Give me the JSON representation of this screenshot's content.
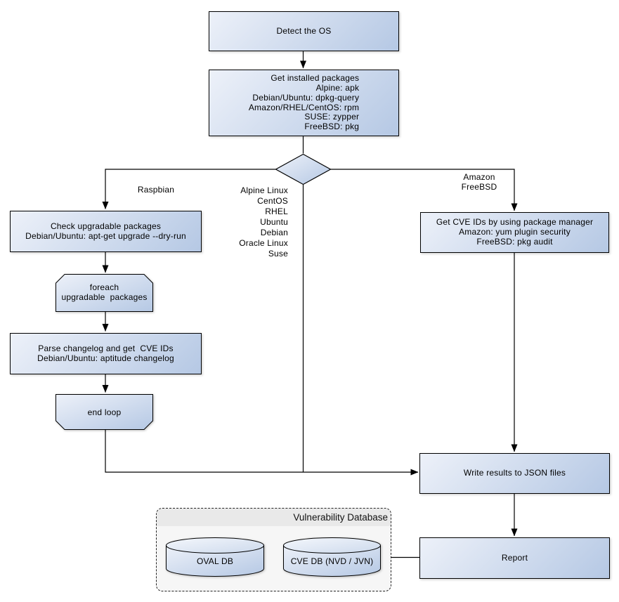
{
  "flowchart": {
    "nodes": {
      "detect_os": {
        "label": "Detect the OS"
      },
      "get_installed_packages": {
        "lines": [
          "Get installed packages",
          "Alpine: apk",
          "Debian/Ubuntu: dpkg-query",
          "Amazon/RHEL/CentOS: rpm",
          "SUSE: zypper",
          "FreeBSD: pkg"
        ]
      },
      "check_upgradable": {
        "lines": [
          "Check upgradable packages",
          "Debian/Ubuntu: apt-get upgrade --dry-run"
        ]
      },
      "foreach_loop": {
        "lines": [
          "foreach",
          "upgradable  packages"
        ]
      },
      "parse_changelog": {
        "lines": [
          "Parse changelog and get  CVE IDs",
          "Debian/Ubuntu: aptitude changelog"
        ]
      },
      "end_loop": {
        "label": "end loop"
      },
      "get_cve_ids": {
        "lines": [
          "Get CVE IDs by using package manager",
          "Amazon: yum plugin security",
          "FreeBSD: pkg audit"
        ]
      },
      "write_results": {
        "label": "Write results to JSON files"
      },
      "report": {
        "label": "Report"
      }
    },
    "branch_labels": {
      "left": "Raspbian",
      "middle": [
        "Alpine Linux",
        "CentOS",
        "RHEL",
        "Ubuntu",
        "Debian",
        "Oracle Linux",
        "Suse"
      ],
      "right": [
        "Amazon",
        "FreeBSD"
      ]
    },
    "database": {
      "title": "Vulnerability Database",
      "cylinders": [
        "OVAL DB",
        "CVE DB (NVD / JVN)"
      ]
    },
    "colors": {
      "node_gradient_start": "#edf1f9",
      "node_gradient_end": "#b5c8e4",
      "node_border": "#000000",
      "db_container_bg": "#f6f6f6",
      "db_header_bg": "#e9e9e9",
      "connector": "#000000"
    }
  }
}
